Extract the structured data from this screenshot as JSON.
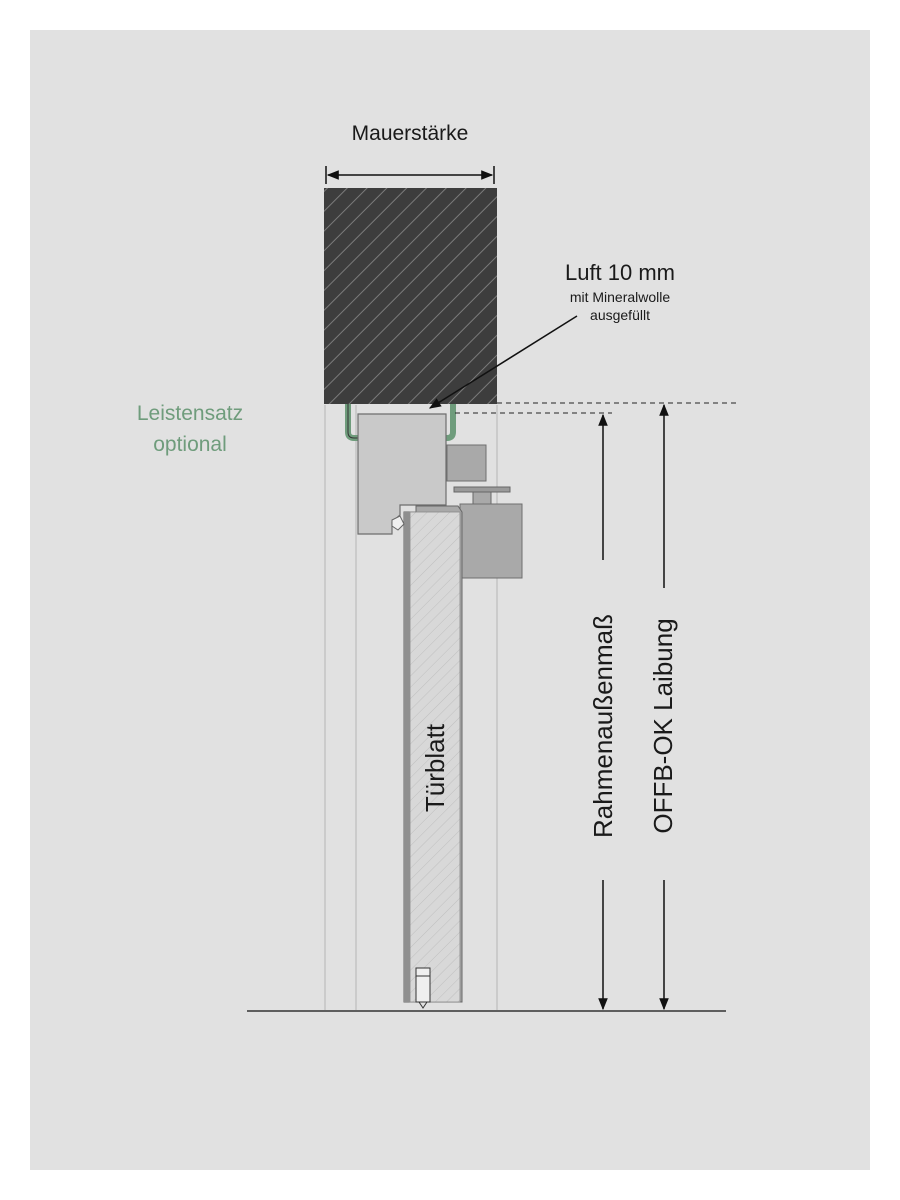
{
  "labels": {
    "wall_thickness": "Mauerstärke",
    "air_gap_title": "Luft 10 mm",
    "air_gap_line1": "mit Mineralwolle",
    "air_gap_line2": "ausgefüllt",
    "trim_line1": "Leistensatz",
    "trim_line2": "optional",
    "door_leaf": "Türblatt",
    "frame_outer": "Rahmenaußenmaß",
    "floor_to_reveal": "OFFB-OK Laibung"
  },
  "colors": {
    "background": "#e1e1e1",
    "wall": "#3d3d3d",
    "trim_green": "#6f9c7c",
    "frame_grey": "#c9c9c9",
    "door_core": "#d8d8d8"
  }
}
